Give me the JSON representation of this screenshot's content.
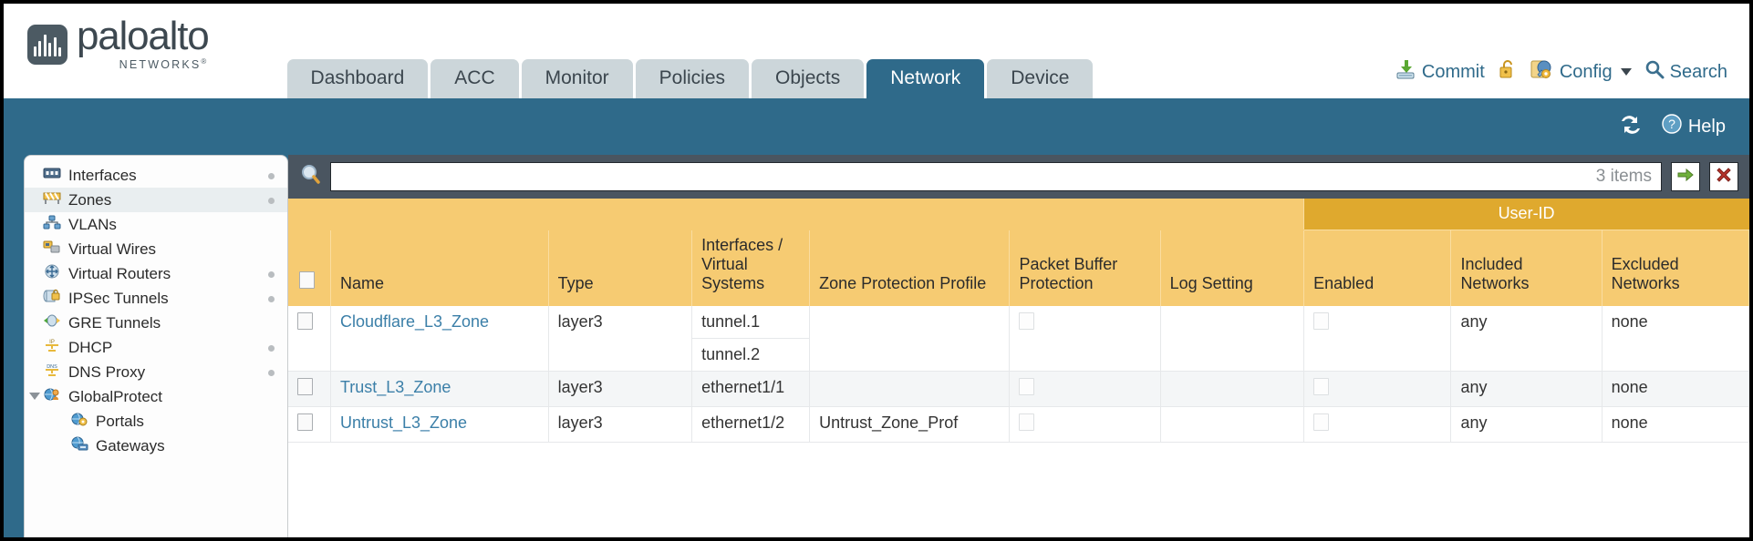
{
  "brand": {
    "name": "paloalto",
    "tagline": "NETWORKS",
    "reg": "®"
  },
  "nav": {
    "tabs": [
      {
        "label": "Dashboard",
        "active": false
      },
      {
        "label": "ACC",
        "active": false
      },
      {
        "label": "Monitor",
        "active": false
      },
      {
        "label": "Policies",
        "active": false
      },
      {
        "label": "Objects",
        "active": false
      },
      {
        "label": "Network",
        "active": true
      },
      {
        "label": "Device",
        "active": false
      }
    ]
  },
  "header_actions": {
    "commit": "Commit",
    "config": "Config",
    "search": "Search",
    "lock_icon": "unlocked-padlock-icon",
    "commit_icon": "commit-save-icon",
    "config_icon": "config-wrench-icon",
    "search_icon": "magnifier-icon"
  },
  "utility_bar": {
    "refresh_icon": "refresh-icon",
    "help_label": "Help",
    "help_icon": "question-mark-icon"
  },
  "sidebar": {
    "items": [
      {
        "label": "Interfaces",
        "icon": "interfaces-icon",
        "selected": false,
        "dot": true,
        "child": false,
        "expander": false
      },
      {
        "label": "Zones",
        "icon": "zones-icon",
        "selected": true,
        "dot": true,
        "child": false,
        "expander": false
      },
      {
        "label": "VLANs",
        "icon": "vlans-icon",
        "selected": false,
        "dot": false,
        "child": false,
        "expander": false
      },
      {
        "label": "Virtual Wires",
        "icon": "virtual-wires-icon",
        "selected": false,
        "dot": false,
        "child": false,
        "expander": false
      },
      {
        "label": "Virtual Routers",
        "icon": "virtual-routers-icon",
        "selected": false,
        "dot": true,
        "child": false,
        "expander": false
      },
      {
        "label": "IPSec Tunnels",
        "icon": "ipsec-tunnels-icon",
        "selected": false,
        "dot": true,
        "child": false,
        "expander": false
      },
      {
        "label": "GRE Tunnels",
        "icon": "gre-tunnels-icon",
        "selected": false,
        "dot": false,
        "child": false,
        "expander": false
      },
      {
        "label": "DHCP",
        "icon": "dhcp-icon",
        "selected": false,
        "dot": true,
        "child": false,
        "expander": false
      },
      {
        "label": "DNS Proxy",
        "icon": "dns-proxy-icon",
        "selected": false,
        "dot": true,
        "child": false,
        "expander": false
      },
      {
        "label": "GlobalProtect",
        "icon": "globalprotect-icon",
        "selected": false,
        "dot": false,
        "child": false,
        "expander": true
      },
      {
        "label": "Portals",
        "icon": "portals-icon",
        "selected": false,
        "dot": false,
        "child": true,
        "expander": false
      },
      {
        "label": "Gateways",
        "icon": "gateways-icon",
        "selected": false,
        "dot": false,
        "child": true,
        "expander": false
      }
    ]
  },
  "search": {
    "value": "",
    "placeholder": "",
    "item_count": "3 items",
    "apply_icon": "green-arrow-apply-icon",
    "clear_icon": "red-x-clear-icon",
    "magnifier_icon": "magnifier-icon"
  },
  "table": {
    "group_header": {
      "label": "User-ID",
      "span": 3
    },
    "columns": [
      "Name",
      "Type",
      "Interfaces / Virtual Systems",
      "Zone Protection Profile",
      "Packet Buffer Protection",
      "Log Setting",
      "Enabled",
      "Included Networks",
      "Excluded Networks"
    ],
    "rows": [
      {
        "selected": false,
        "name": "Cloudflare_L3_Zone",
        "type": "layer3",
        "interfaces": [
          "tunnel.1",
          "tunnel.2"
        ],
        "zone_protection_profile": "",
        "packet_buffer_protection": false,
        "log_setting": "",
        "userid_enabled": false,
        "included_networks": "any",
        "excluded_networks": "none"
      },
      {
        "selected": false,
        "name": "Trust_L3_Zone",
        "type": "layer3",
        "interfaces": [
          "ethernet1/1"
        ],
        "zone_protection_profile": "",
        "packet_buffer_protection": false,
        "log_setting": "",
        "userid_enabled": false,
        "included_networks": "any",
        "excluded_networks": "none"
      },
      {
        "selected": false,
        "name": "Untrust_L3_Zone",
        "type": "layer3",
        "interfaces": [
          "ethernet1/2"
        ],
        "zone_protection_profile": "Untrust_Zone_Prof",
        "packet_buffer_protection": false,
        "log_setting": "",
        "userid_enabled": false,
        "included_networks": "any",
        "excluded_networks": "none"
      }
    ]
  },
  "colors": {
    "brand_teal": "#2f6a8a",
    "tab_inactive": "#ccd6da",
    "table_header": "#f6cb72",
    "table_group_header": "#dfa92e",
    "searchbar": "#4a5560",
    "link": "#3b7fa8"
  }
}
